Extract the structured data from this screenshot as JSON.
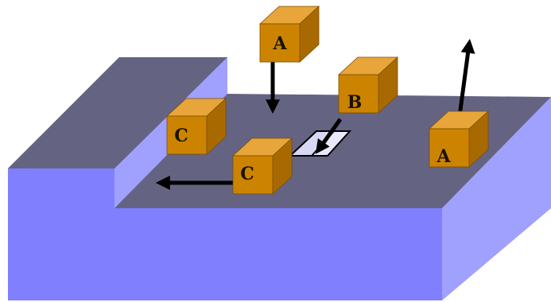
{
  "colors": {
    "background": "#ffffff",
    "slab_top": "#646482",
    "slab_front": "#8080ff",
    "slab_side": "#a0a0ff",
    "cube_front": "#cc8400",
    "cube_top": "#e8a53a",
    "cube_side": "#a86a00",
    "arrow": "#000000",
    "vacancy_fill": "#d8d8f4",
    "vacancy_hatch": "#e9e9fb"
  },
  "cubes": [
    {
      "label": "A",
      "role": "arriving-adatom"
    },
    {
      "label": "B",
      "role": "diffusing-into-vacancy"
    },
    {
      "label": "C",
      "role": "at-step-edge"
    },
    {
      "label": "C",
      "role": "diffusing-on-terrace"
    },
    {
      "label": "A",
      "role": "desorbing-adatom"
    }
  ],
  "icons": {
    "arrow_down": "arrow-down-icon",
    "arrow_up": "arrow-up-icon",
    "arrow_left": "arrow-left-icon",
    "arrow_diagonal": "arrow-diagonal-icon"
  }
}
